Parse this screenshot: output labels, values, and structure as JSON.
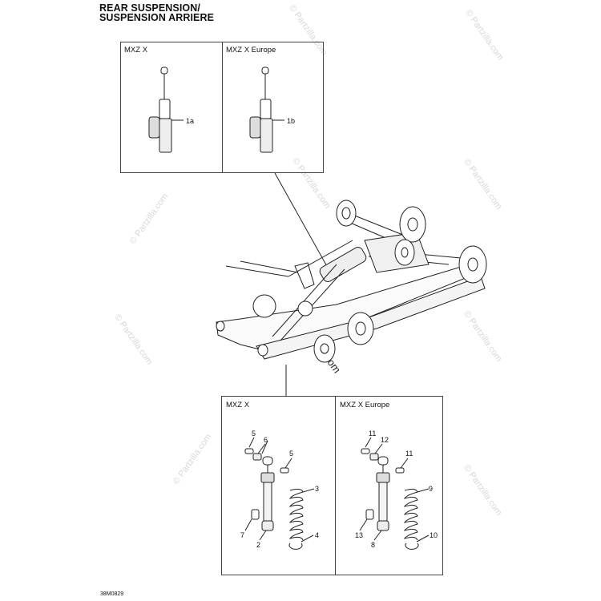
{
  "title": {
    "line1": "REAR SUSPENSION/",
    "line2": "SUSPENSION ARRIERE"
  },
  "top_panels": {
    "left": {
      "label": "MXZ X",
      "callout": "1a"
    },
    "right": {
      "label": "MXZ X Europe",
      "callout": "1b"
    }
  },
  "bottom_panels": {
    "left": {
      "label": "MXZ X",
      "callouts": {
        "c5a": "5",
        "c6": "6",
        "c5b": "5",
        "c3": "3",
        "c7": "7",
        "c2": "2",
        "c4": "4"
      }
    },
    "right": {
      "label": "MXZ X Europe",
      "callouts": {
        "c11a": "11",
        "c12": "12",
        "c11b": "11",
        "c9": "9",
        "c13": "13",
        "c8": "8",
        "c10": "10"
      }
    }
  },
  "watermark": "© Partzilla.com",
  "figure_code": "38M0829"
}
